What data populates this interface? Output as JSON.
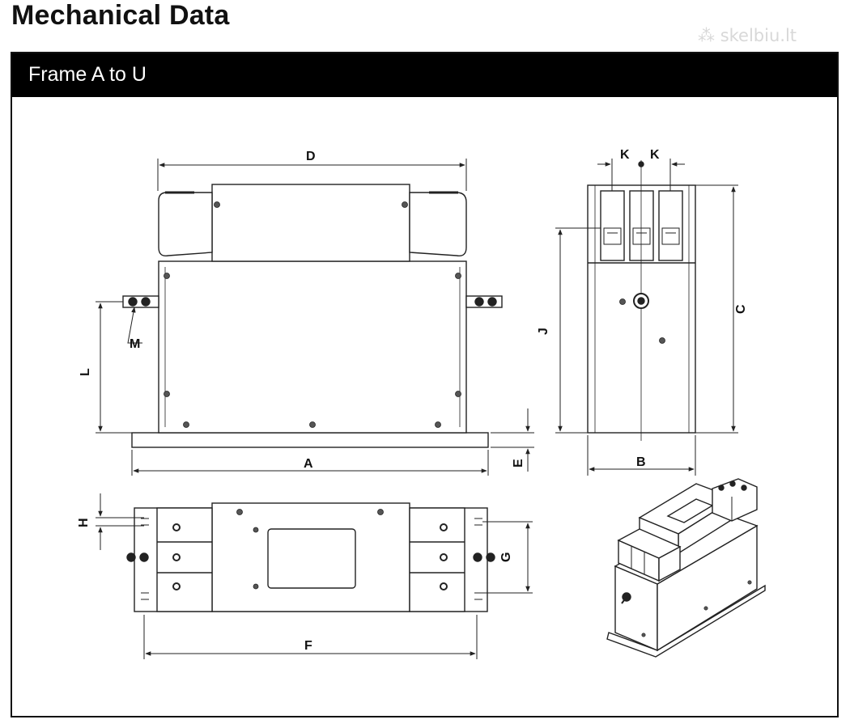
{
  "page": {
    "title": "Mechanical Data",
    "watermark": "skelbiu.lt"
  },
  "panel": {
    "title": "Frame A to U"
  },
  "dimension_labels": {
    "A": "A",
    "B": "B",
    "C": "C",
    "D": "D",
    "E": "E",
    "F": "F",
    "G": "G",
    "H": "H",
    "J": "J",
    "K_left": "K",
    "K_right": "K",
    "L": "L",
    "M": "M"
  },
  "colors": {
    "line": "#222222",
    "header_bg": "#000000",
    "header_text": "#ffffff"
  }
}
